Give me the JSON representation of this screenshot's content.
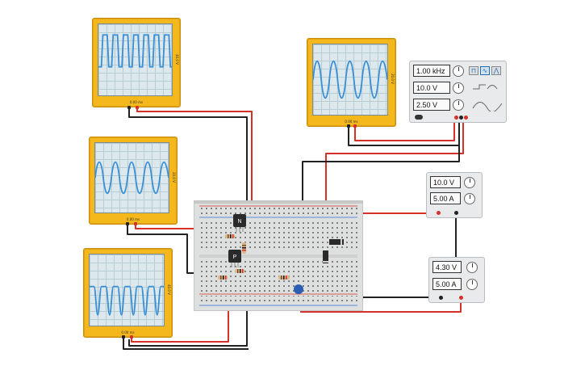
{
  "scopes": [
    {
      "id": "scope1",
      "time_label": "0.00 ms",
      "volt_label": "40.0 V",
      "wave": "clipped"
    },
    {
      "id": "scope2",
      "time_label": "0.00 ms",
      "volt_label": "20.0 V",
      "wave": "sine"
    },
    {
      "id": "scope3",
      "time_label": "0.00 ms",
      "volt_label": "40.0 V",
      "wave": "clipped-low"
    },
    {
      "id": "scope4",
      "time_label": "0.00 ms",
      "volt_label": "20.0 V",
      "wave": "sine"
    }
  ],
  "function_generator": {
    "frequency": "1.00 kHz",
    "amplitude": "10.0 V",
    "offset": "2.50 V",
    "waveform_buttons": [
      "square",
      "sine",
      "triangle"
    ],
    "selected_waveform": "sine"
  },
  "power_supply_1": {
    "voltage": "10.0 V",
    "current": "5.00 A"
  },
  "power_supply_2": {
    "voltage": "4.30 V",
    "current": "5.00 A"
  },
  "transistors": [
    {
      "label": "N"
    },
    {
      "label": "P"
    }
  ],
  "colors": {
    "scope_frame": "#f4b71c",
    "trace": "#3a8fd6",
    "wire_red": "#d6302a",
    "wire_black": "#222222",
    "wire_yellow": "#f2d21b"
  }
}
